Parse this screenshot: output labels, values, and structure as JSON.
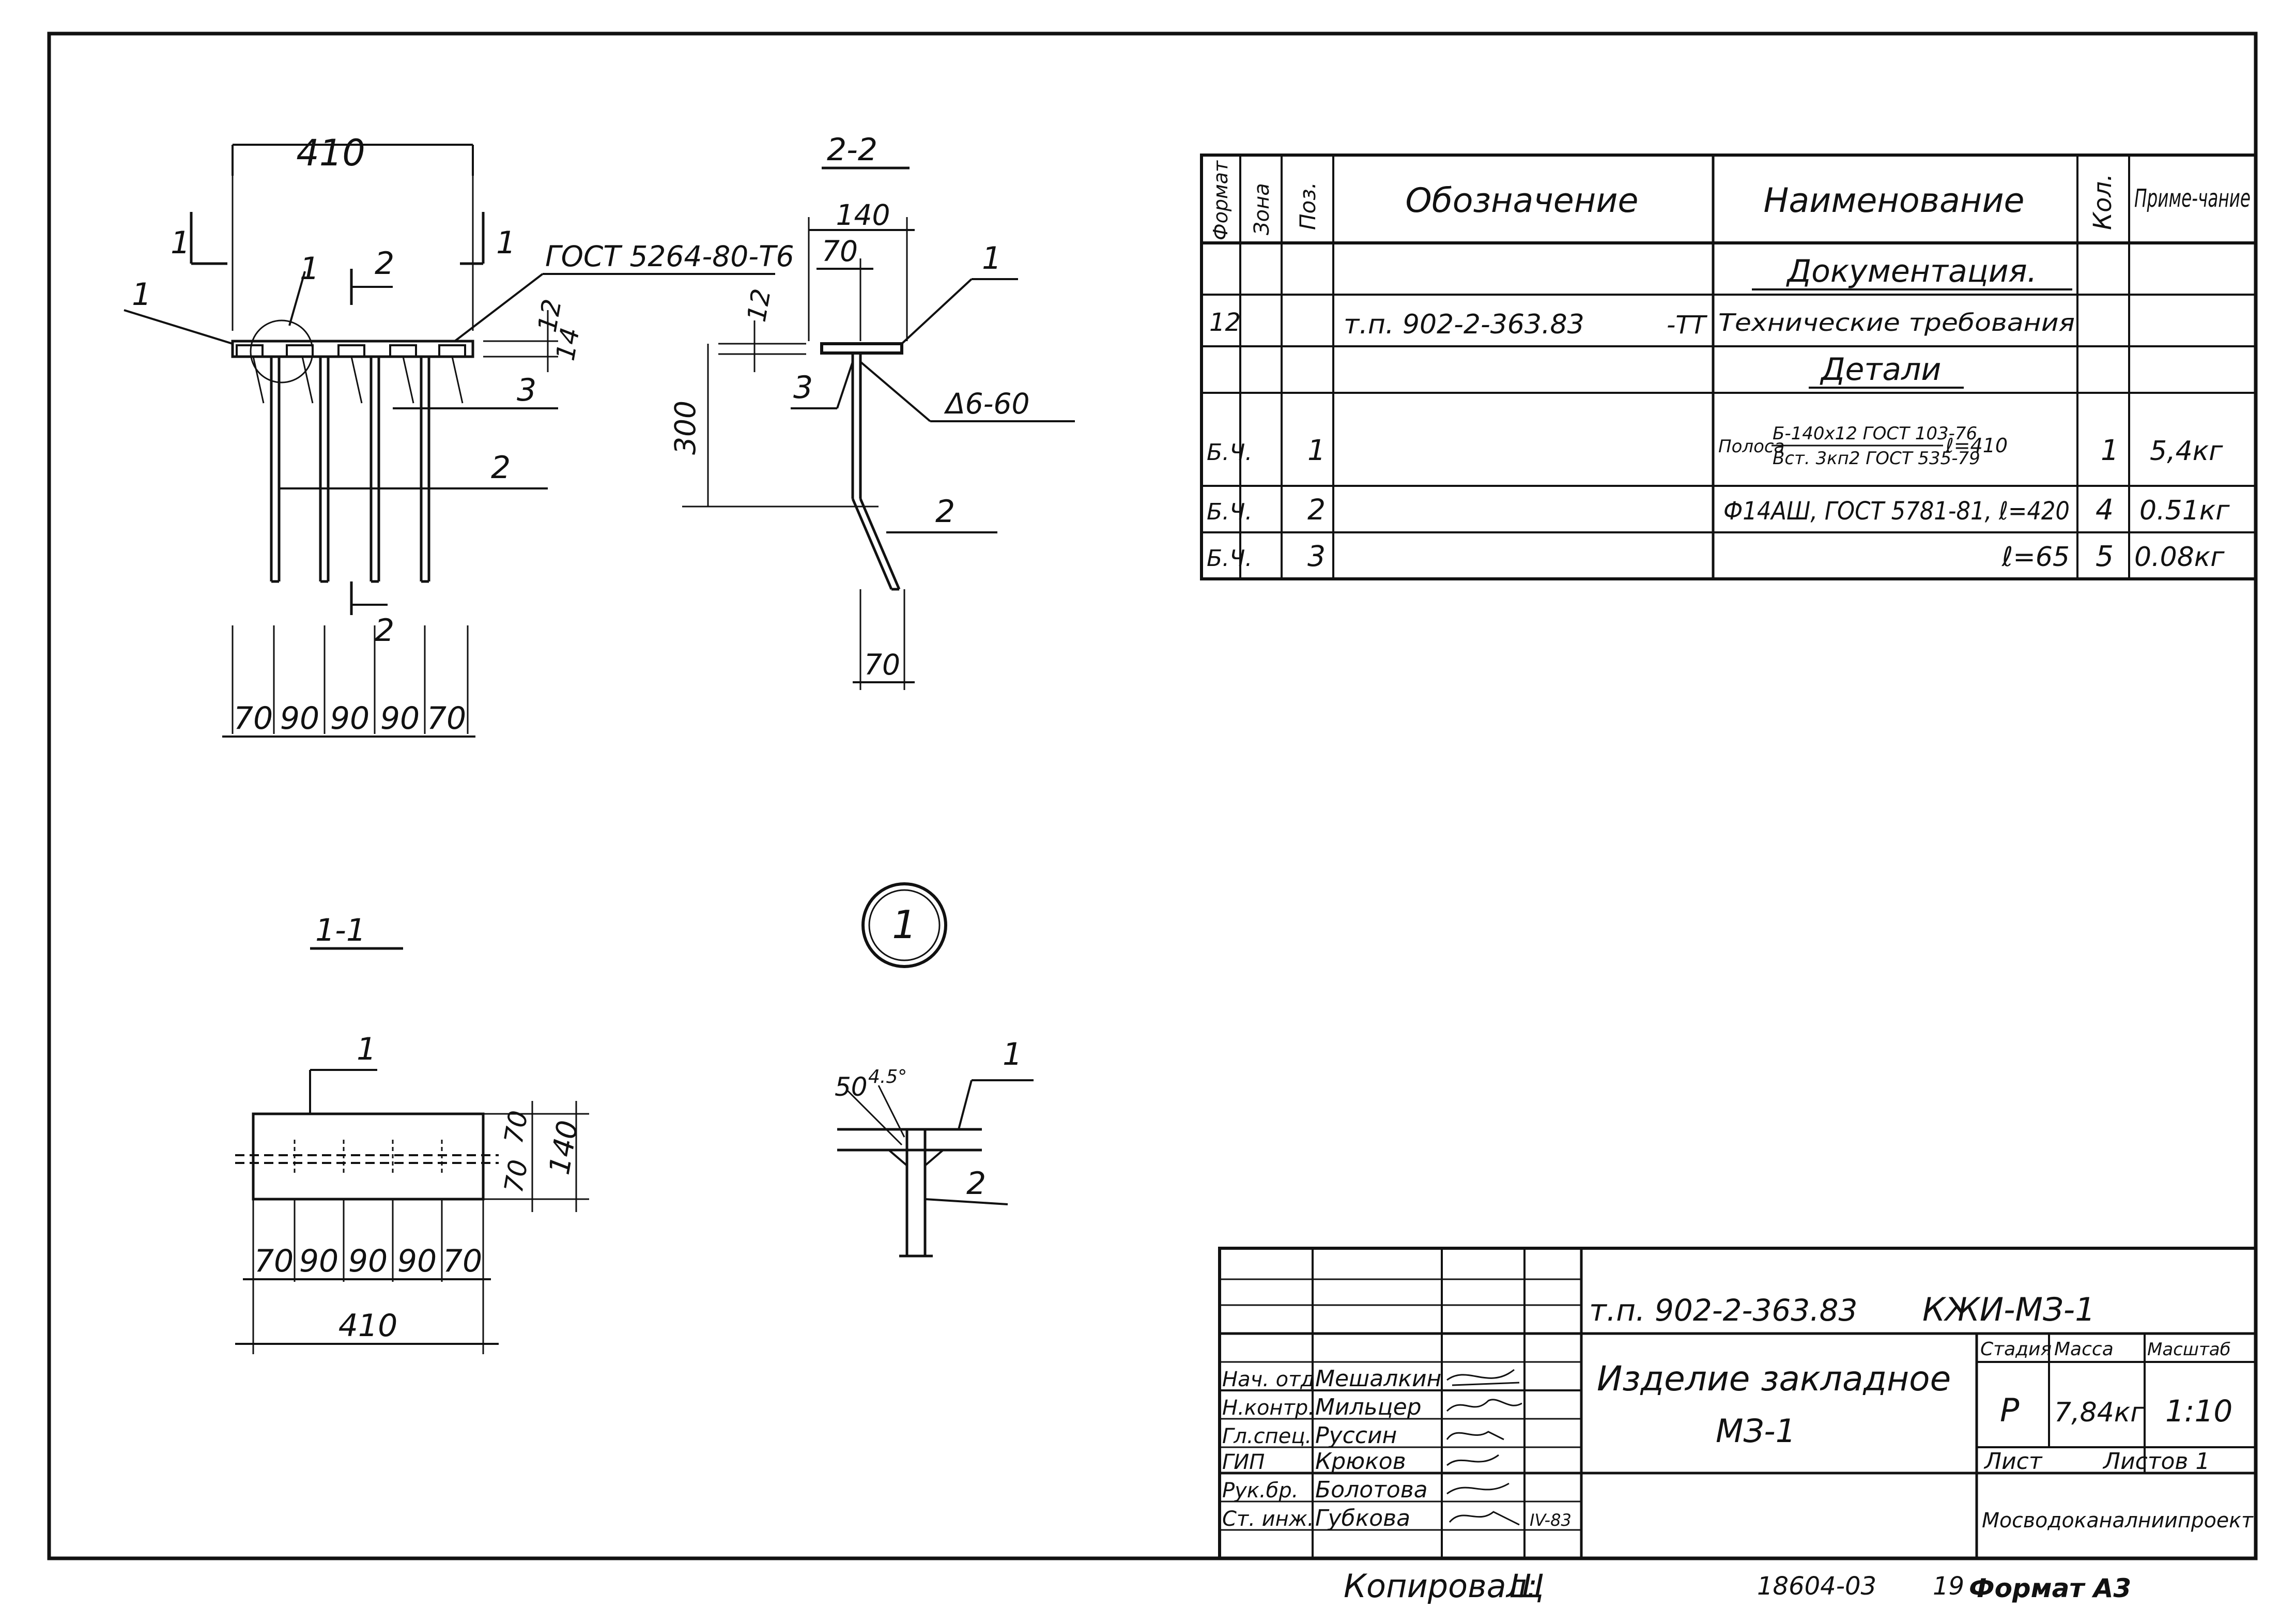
{
  "views": {
    "section_1_1": "1-1",
    "section_2_2": "2-2",
    "detail_marker": "1"
  },
  "plan_view": {
    "dim_top": "410",
    "cut_mark_left": "1",
    "cut_mark_right": "1",
    "cut2_top": "2",
    "cut2_bottom": "2",
    "leader_pos1_left": "1",
    "leader_pos1_circle": "1",
    "gost_weld": "ГОСТ 5264-80-Т6",
    "dim_12": "12",
    "dim_14": "14",
    "pos3": "3",
    "pos2": "2",
    "bottom_dims": [
      "70",
      "90",
      "90",
      "90",
      "70"
    ]
  },
  "section_2_2": {
    "dim_140": "140",
    "dim_70_top": "70",
    "pos1": "1",
    "dim_12": "12",
    "dim_300": "300",
    "pos3": "3",
    "weld": "Δ6-60",
    "pos2": "2",
    "dim_70_bottom": "70"
  },
  "section_1_1": {
    "pos1": "1",
    "dim_70a": "70",
    "dim_70b": "70",
    "dim_140": "140",
    "bottom_dims": [
      "70",
      "90",
      "90",
      "90",
      "70"
    ],
    "dim_410": "410"
  },
  "detail_1": {
    "weld_label": "50",
    "weld_sup": "4.5°",
    "pos1": "1",
    "pos2": "2"
  },
  "spec_table": {
    "headers": [
      "Формат",
      "Зона",
      "Поз.",
      "Обозначение",
      "Наименование",
      "Кол.",
      "Приме-чание"
    ],
    "section_docs": "Документация.",
    "section_parts": "Детали",
    "rows": [
      {
        "format": "12",
        "zone": "",
        "pos": "",
        "designation": "т.п. 902-2-363.83",
        "designation_suffix": "-ТТ",
        "name": "Технические требования",
        "qty": "",
        "note": ""
      },
      {
        "format": "Б.Ч.",
        "zone": "",
        "pos": "1",
        "designation": "",
        "name_prefix": "Полоса",
        "name_top": "Б-140х12 ГОСТ 103-76",
        "name_bottom": "Вст. 3кп2 ГОСТ 535-79",
        "name_suffix": "ℓ=410",
        "qty": "1",
        "note": "5,4кг"
      },
      {
        "format": "Б.Ч.",
        "zone": "",
        "pos": "2",
        "designation": "",
        "name": "Ф14АШ, ГОСТ 5781-81, ℓ=420",
        "qty": "4",
        "note": "0.51кг"
      },
      {
        "format": "Б.Ч.",
        "zone": "",
        "pos": "3",
        "designation": "",
        "name": "ℓ=65",
        "qty": "5",
        "note": "0.08кг"
      }
    ]
  },
  "title_block": {
    "doc_code": "т.п. 902-2-363.83",
    "sheet_code": "КЖИ-МЗ-1",
    "title_line1": "Изделие закладное",
    "title_line2": "МЗ-1",
    "stage_label": "Стадия",
    "mass_label": "Масса",
    "scale_label": "Масштаб",
    "stage": "Р",
    "mass": "7,84кг",
    "scale": "1:10",
    "sheet_label": "Лист",
    "sheets_label": "Листов 1",
    "organization": "Мосводоканалниипроект",
    "signatures": [
      {
        "role": "Нач. отд.",
        "name": "Мешалкин"
      },
      {
        "role": "Н.контр.",
        "name": "Мильцер"
      },
      {
        "role": "Гл.спец.",
        "name": "Руссин"
      },
      {
        "role": "ГИП",
        "name": "Крюков"
      },
      {
        "role": "Рук.бр.",
        "name": "Болотова"
      },
      {
        "role": "Ст. инж.",
        "name": "Губкова"
      }
    ],
    "date": "IV-83"
  },
  "footer": {
    "copied_label": "Копировал:",
    "copied_sign": "Щ",
    "order_no": "18604-03",
    "page": "19",
    "format_label": "Формат А3"
  }
}
